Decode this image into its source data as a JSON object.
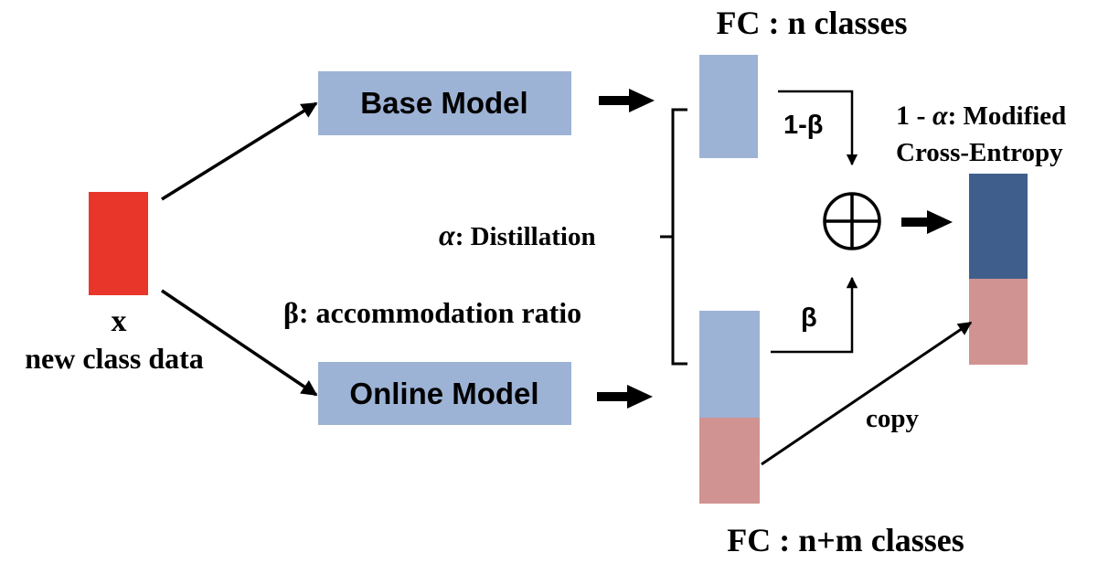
{
  "input": {
    "symbol": "x",
    "caption": "new class data",
    "color": "#e8362a"
  },
  "base_model": {
    "label": "Base Model",
    "color": "#9db3d5"
  },
  "online_model": {
    "label": "Online Model",
    "color": "#9db3d5"
  },
  "fc_top": {
    "label": "FC : n classes",
    "color": "#9db3d5"
  },
  "fc_bottom": {
    "label": "FC : n+m classes",
    "old_color": "#9db3d5",
    "new_color": "#d09391"
  },
  "weights": {
    "one_minus_beta": "1-β",
    "beta": "β",
    "copy": "copy"
  },
  "annotations": {
    "alpha_symbol": "α",
    "distillation": ": Distillation",
    "accommodation": "β: accommodation ratio",
    "modified_prefix": "1 - ",
    "modified_alpha": "α",
    "modified_line1": ": Modified",
    "modified_line2": "Cross-Entropy"
  },
  "output": {
    "top_color": "#3f5e8c",
    "bottom_color": "#d09391"
  },
  "operator": "circle-plus"
}
